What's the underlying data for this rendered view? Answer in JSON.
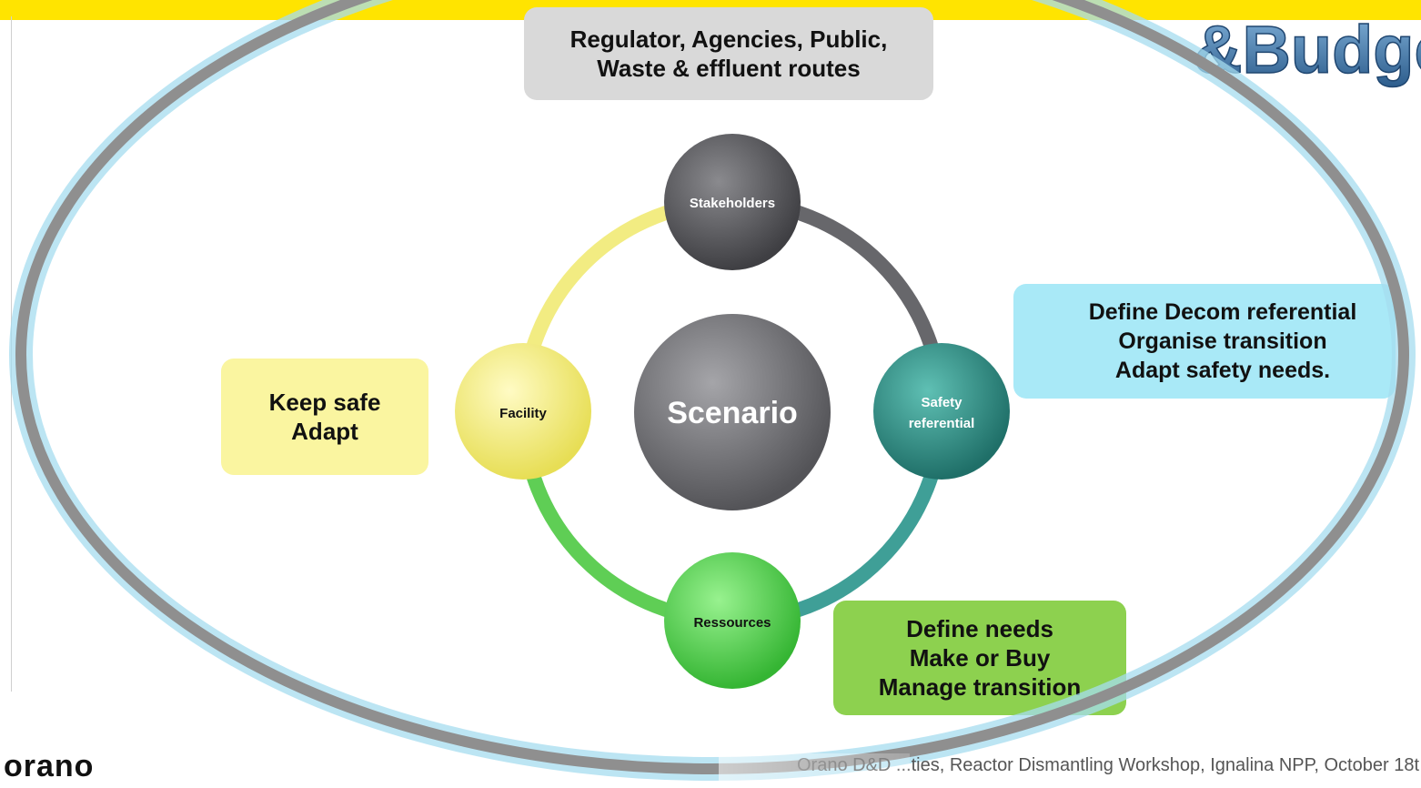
{
  "header": {
    "title_fragment": "&Budge"
  },
  "diagram": {
    "center": "Scenario",
    "nodes": {
      "stakeholders": "Stakeholders",
      "safety": [
        "Safety",
        "referential"
      ],
      "resources": "Ressources",
      "facility": "Facility"
    },
    "callouts": {
      "top": [
        "Regulator, Agencies, Public,",
        "Waste & effluent routes"
      ],
      "left": [
        "Keep safe",
        "Adapt"
      ],
      "right": [
        "Define Decom referential",
        "Organise transition",
        "Adapt safety needs."
      ],
      "bottom": [
        "Define needs",
        "Make or Buy",
        "Manage transition"
      ]
    }
  },
  "footer": {
    "logo": "orano",
    "caption": "Orano D&D ...ties, Reactor Dismantling Workshop, Ignalina NPP, October 18t"
  },
  "colors": {
    "header_band": "#ffe400",
    "ellipse": "#8f8f8f",
    "ellipse_glow": "#a6dcef",
    "stakeholders": "#5f5f63",
    "safety": "#2f8f86",
    "resources": "#4ed04a",
    "facility": "#f1ea74",
    "scenario": "#737377",
    "title_fragment": "#3e6f9e"
  }
}
